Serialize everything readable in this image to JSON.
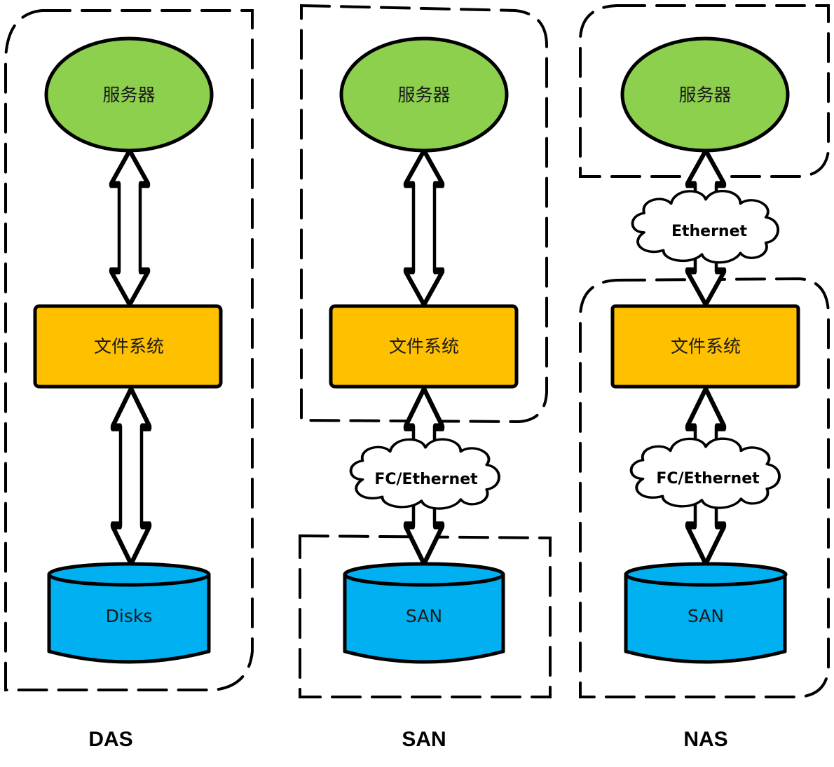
{
  "colors": {
    "server": "#8DD04E",
    "filesystem": "#FFC000",
    "storage": "#00B0F0",
    "outline": "#000000"
  },
  "columns": [
    {
      "title": "DAS",
      "server": "服务器",
      "filesystem": "文件系统",
      "storage": "Disks"
    },
    {
      "title": "SAN",
      "server": "服务器",
      "filesystem": "文件系统",
      "network": "FC/Ethernet",
      "storage": "SAN"
    },
    {
      "title": "NAS",
      "server": "服务器",
      "network_upper": "Ethernet",
      "filesystem": "文件系统",
      "network": "FC/Ethernet",
      "storage": "SAN"
    }
  ]
}
